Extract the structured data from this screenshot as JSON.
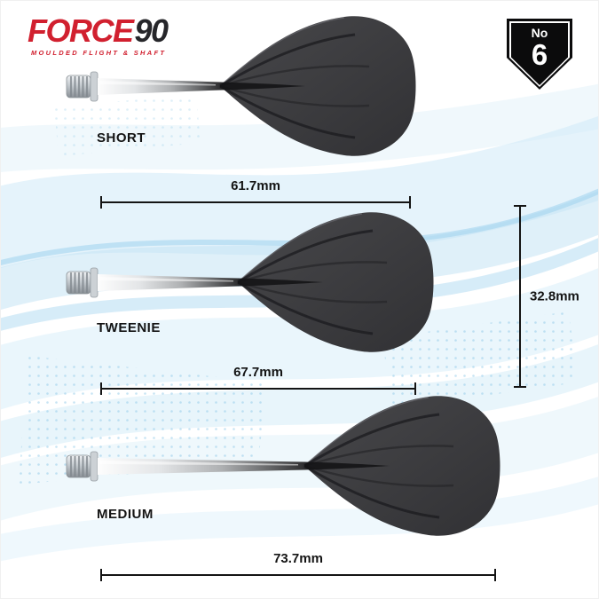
{
  "brand": {
    "name": "FORCE",
    "number": "90",
    "tagline": "MOULDED FLIGHT & SHAFT"
  },
  "badge": {
    "prefix": "No",
    "number": "6"
  },
  "variants": [
    {
      "label": "SHORT",
      "length": "61.7mm"
    },
    {
      "label": "TWEENIE",
      "length": "67.7mm"
    },
    {
      "label": "MEDIUM",
      "length": "73.7mm"
    }
  ],
  "flight": {
    "height": "32.8mm"
  },
  "colors": {
    "accent_red": "#d1202f",
    "flight_grey": "#3a3a3d",
    "wave_blue": "#a9d7ef",
    "dimension_black": "#141414"
  }
}
